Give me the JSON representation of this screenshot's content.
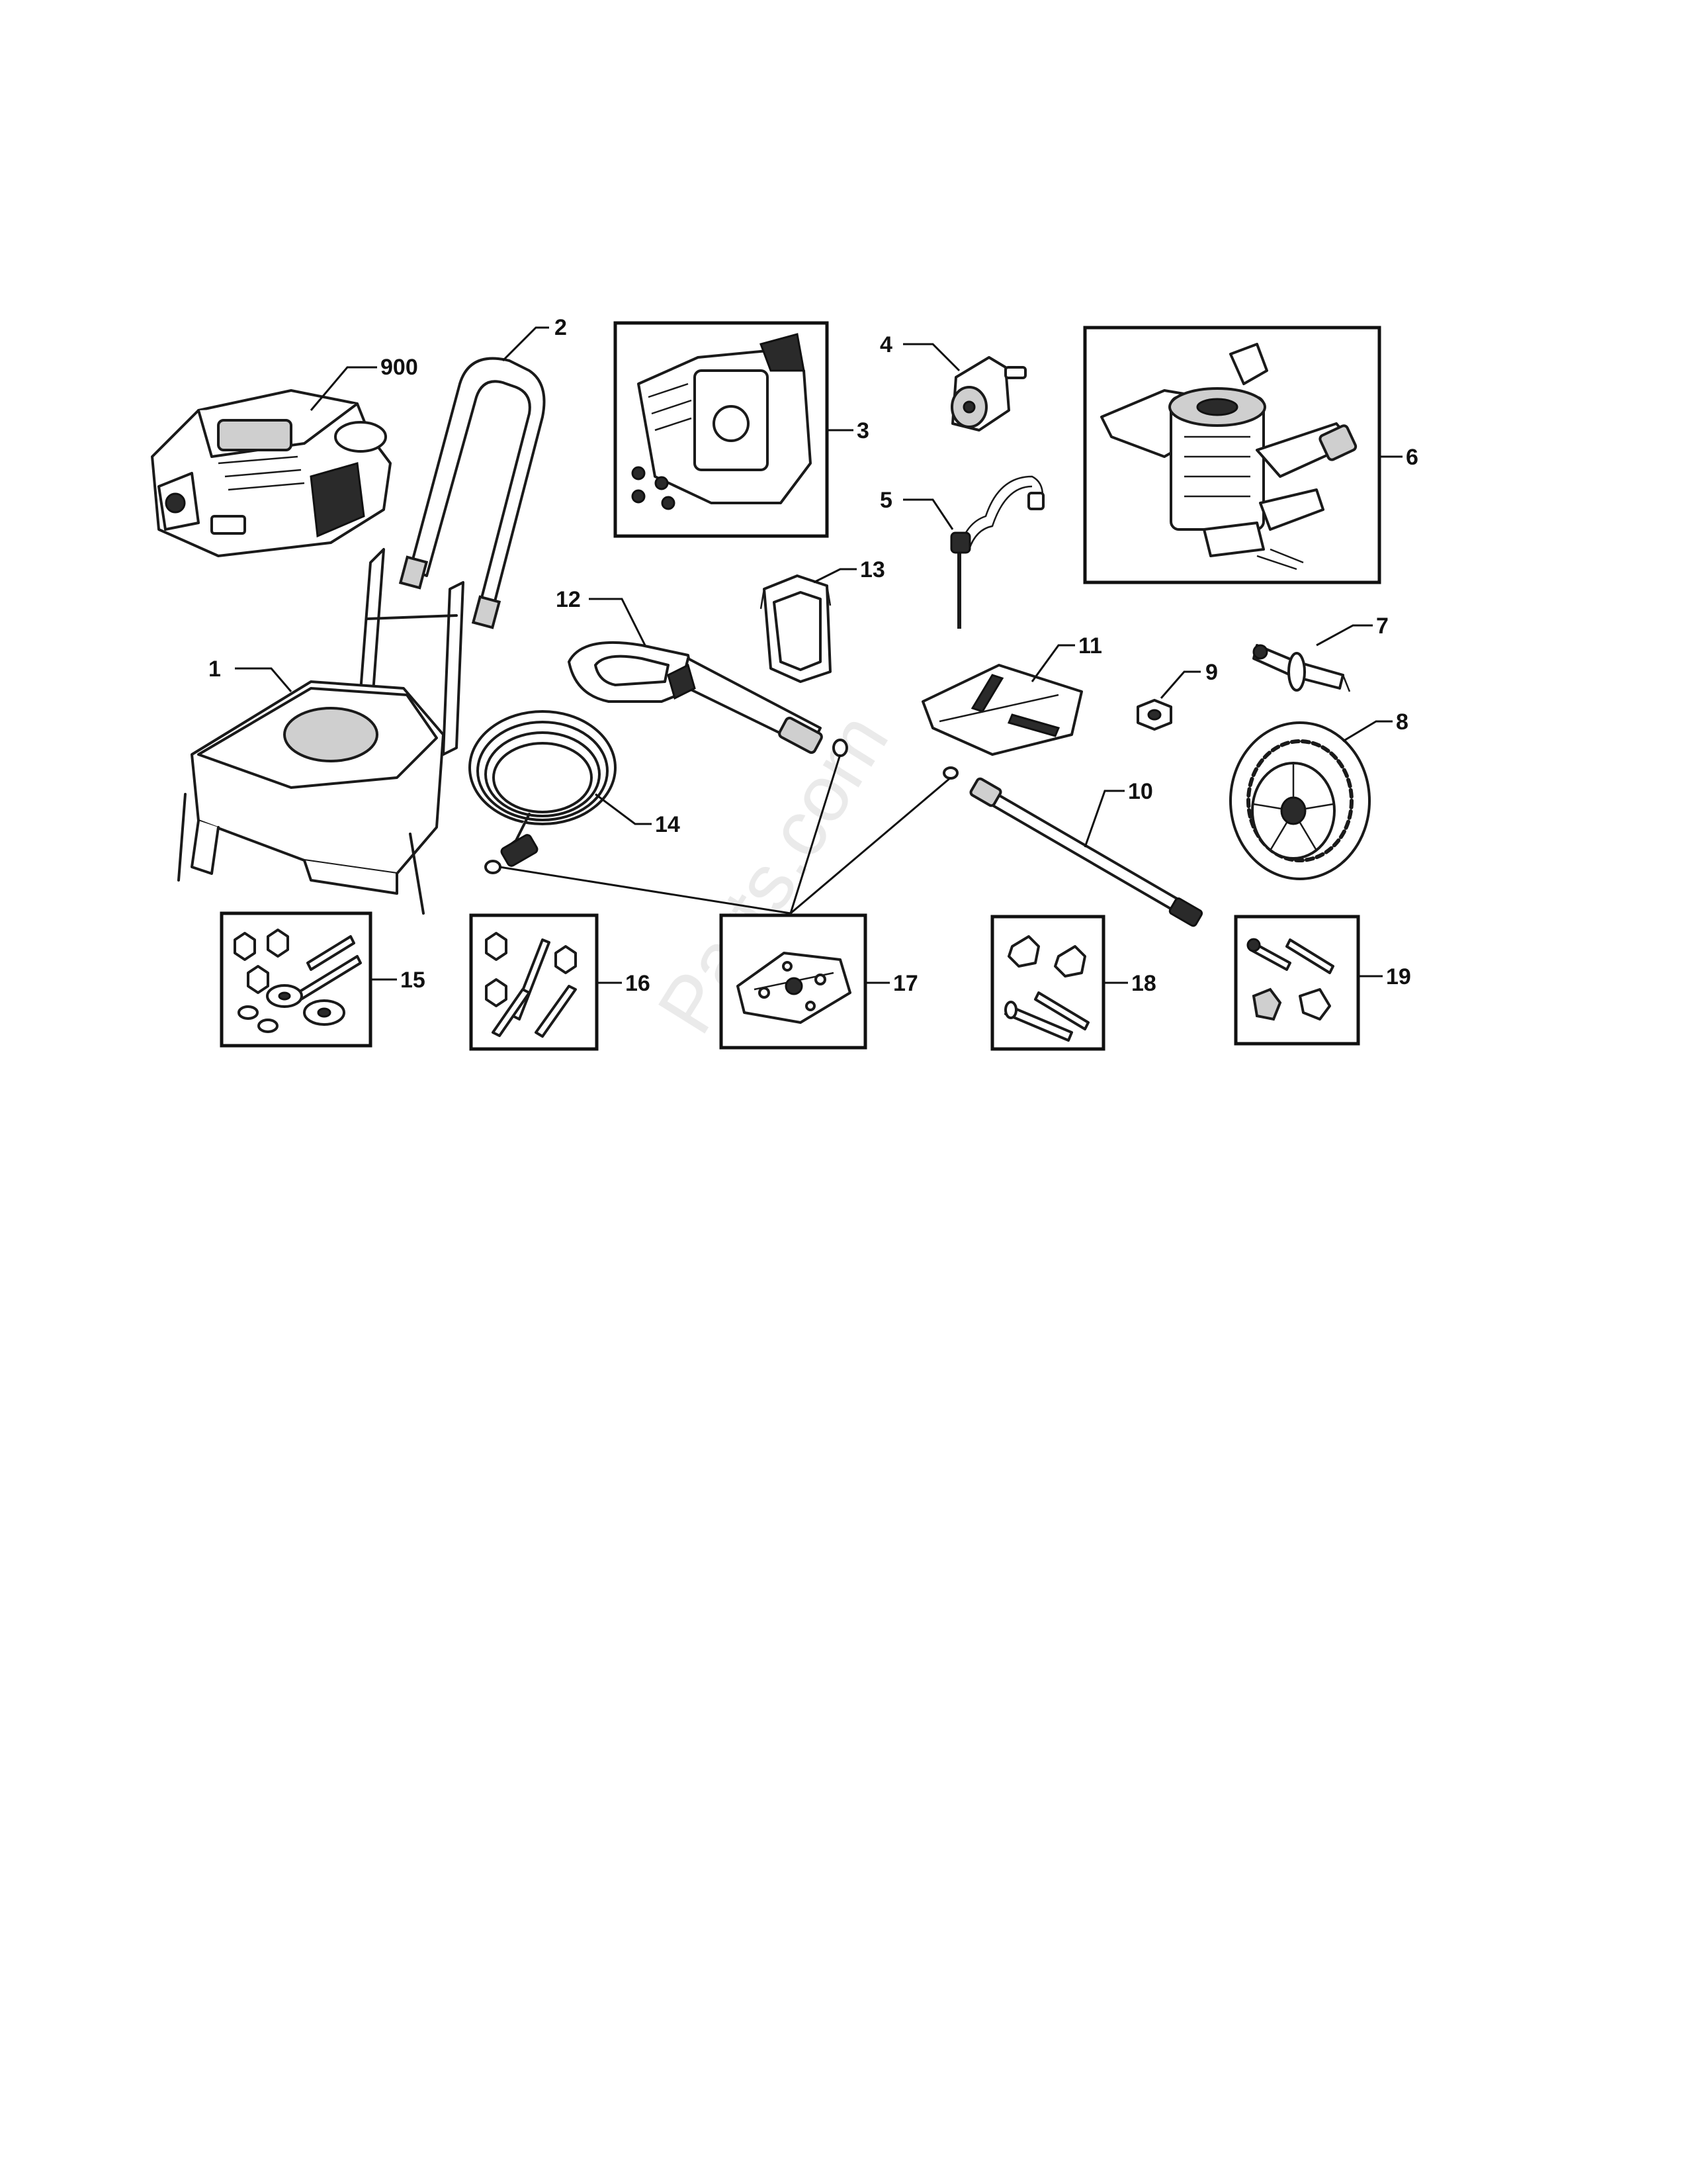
{
  "diagram": {
    "callouts": {
      "engine": "900",
      "frame": "1",
      "handle": "2",
      "control_panel_kit": "3",
      "detergent_valve": "4",
      "detergent_tube": "5",
      "pump_assembly": "6",
      "axle": "7",
      "wheel": "8",
      "nut": "9",
      "spray_wand": "10",
      "nozzle_kit": "11",
      "spray_gun": "12",
      "holder": "13",
      "high_pressure_hose": "14",
      "hardware_kit_15": "15",
      "hardware_kit_16": "16",
      "o_ring_kit": "17",
      "hardware_kit_18": "18",
      "hardware_kit_19": "19"
    }
  }
}
